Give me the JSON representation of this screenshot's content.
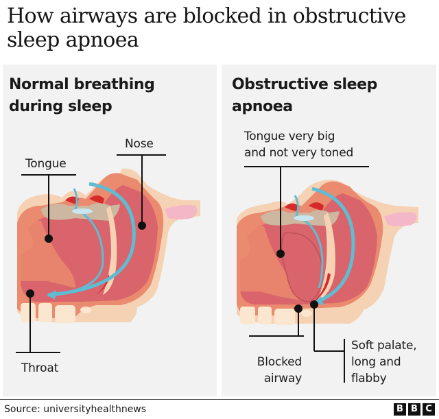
{
  "title": "How airways are blocked in obstructive sleep apnoea",
  "panels": [
    {
      "title_line1": "Normal breathing",
      "title_line2": "during sleep",
      "labels": {
        "tongue": "Tongue",
        "nose": "Nose",
        "throat": "Throat"
      }
    },
    {
      "title_line1": "Obstructive sleep",
      "title_line2": "apnoea",
      "labels": {
        "tongue_line1": "Tongue very big",
        "tongue_line2": "and not very toned",
        "blocked_line1": "Blocked",
        "blocked_line2": "airway",
        "palate_line1": "Soft palate,",
        "palate_line2": "long and",
        "palate_line3": "flabby"
      }
    }
  ],
  "colors": {
    "panel_bg": "#f2f2f2",
    "tissue_dark": "#d9646b",
    "tissue_mid": "#ea8a6e",
    "tissue_light": "#f6d2b4",
    "bone": "#fbe6d0",
    "red": "#d42a2a",
    "airflow": "#5fbcd3",
    "nasal_pink": "#f4b7c7"
  },
  "footer": {
    "source": "Source: universityhealthnews",
    "logo": [
      "B",
      "B",
      "C"
    ]
  }
}
